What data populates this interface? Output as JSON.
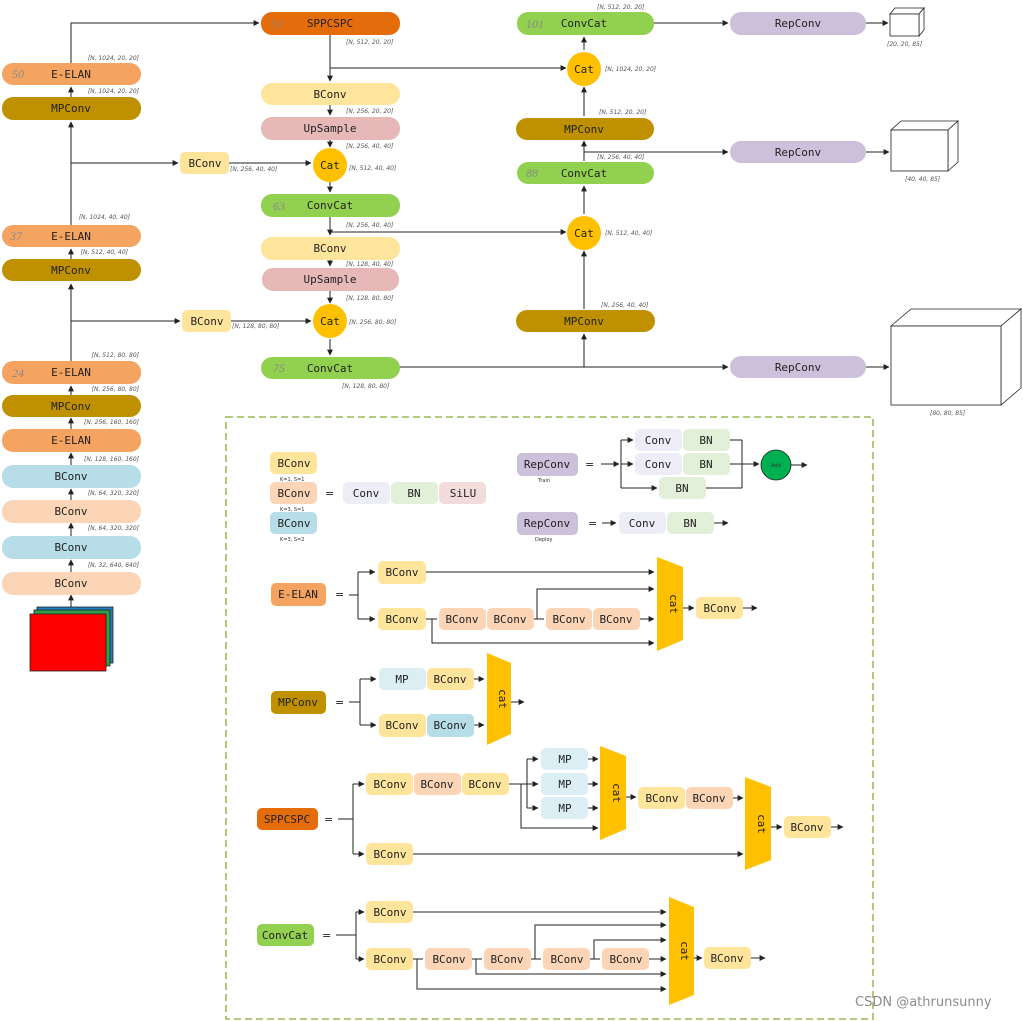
{
  "colors": {
    "elan": "#f5a360",
    "mpconv": "#bf9000",
    "bconv_light": "#ffe59c",
    "bconv_peach": "#fbd5b5",
    "bconv_blue": "#b7dde8",
    "sppcspc": "#e46c0a",
    "convcat": "#92d050",
    "upsample": "#e6b9b8",
    "cat": "#ffc000",
    "repconv": "#ccc0da",
    "conv": "#ededf5",
    "bn": "#e2efd9",
    "silu": "#f2dcdb",
    "mp": "#dbeef4",
    "add": "#00b050",
    "dashed_border": "#9bbb59"
  },
  "labels": {
    "elan": "E-ELAN",
    "mpconv": "MPConv",
    "bconv": "BConv",
    "sppcspc": "SPPCSPC",
    "upsample": "UpSample",
    "cat": "Cat",
    "convcat": "ConvCat",
    "repconv": "RepConv",
    "conv": "Conv",
    "bn": "BN",
    "silu": "SiLU",
    "mp": "MP",
    "cat_small": "cat",
    "add": "Add",
    "equals": "="
  },
  "layer_numbers": [
    "50",
    "37",
    "24",
    "51",
    "63",
    "75",
    "101",
    "88"
  ],
  "dims": {
    "elan50": "[N, 1024, 20, 20]",
    "mp50": "[N, 1024, 20, 20]",
    "elan37": "[N, 1024, 40, 40]",
    "mp37": "[N, 512, 40, 40]",
    "elan24": "[N, 512, 80, 80]",
    "mp24": "[N, 256, 80, 80]",
    "elan_b": "[N, 256, 160, 160]",
    "bconv1": "[N, 128, 160, 160]",
    "bconv2": "[N, 64, 320, 320]",
    "bconv3": "[N, 64, 320, 320]",
    "bconv4": "[N, 32, 640, 640]",
    "sppcspc": "[N, 512, 20, 20]",
    "bconv_top": "[N, 256, 20, 20]",
    "upsample1": "[N, 256, 40, 40]",
    "side_bconv1": "[N, 256, 40, 40]",
    "cat1": "[N, 512, 40, 40]",
    "convcat63": "[N, 256, 40, 40]",
    "bconv_mid": "[N, 128, 40, 40]",
    "upsample2": "[N, 128, 80, 80]",
    "side_bconv2": "[N, 128, 80, 80]",
    "cat2": "[N, 256, 80, 80]",
    "convcat75": "[N, 128, 80, 80]",
    "convcat101": "[N, 512, 20, 20]",
    "cat101": "[N, 1024, 20, 20]",
    "mp101": "[N, 512, 20, 20]",
    "convcat88": "[N, 256, 40, 40]",
    "cat88": "[N, 512, 40, 40]",
    "mp88": "[N, 256, 40, 40]",
    "out1": "[20, 20, 85]",
    "out2": "[40, 40, 85]",
    "out3": "[80, 80, 85]"
  },
  "legend": {
    "bconv_k1": "K=1, S=1",
    "bconv_k3s1": "K=3, S=1",
    "bconv_k3s2": "K=3, S=2",
    "train": "Train",
    "deploy": "Deploy"
  },
  "watermark": "CSDN @athrunsunny"
}
